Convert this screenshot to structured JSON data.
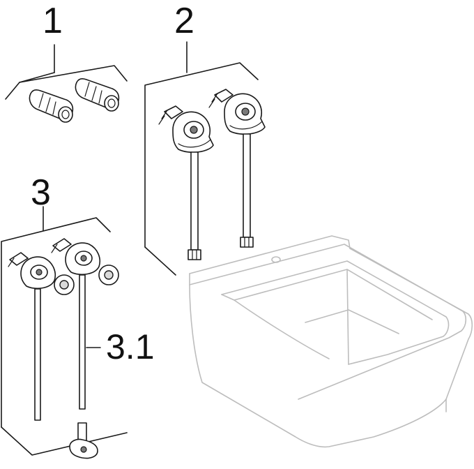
{
  "parts": [
    {
      "label": "1"
    },
    {
      "label": "2"
    },
    {
      "label": "3"
    }
  ],
  "sub_parts": [
    {
      "label": "3.1"
    }
  ],
  "colors": {
    "line": "#1a1a1a",
    "bidet_outline": "#bdbdbd",
    "background": "#ffffff"
  }
}
